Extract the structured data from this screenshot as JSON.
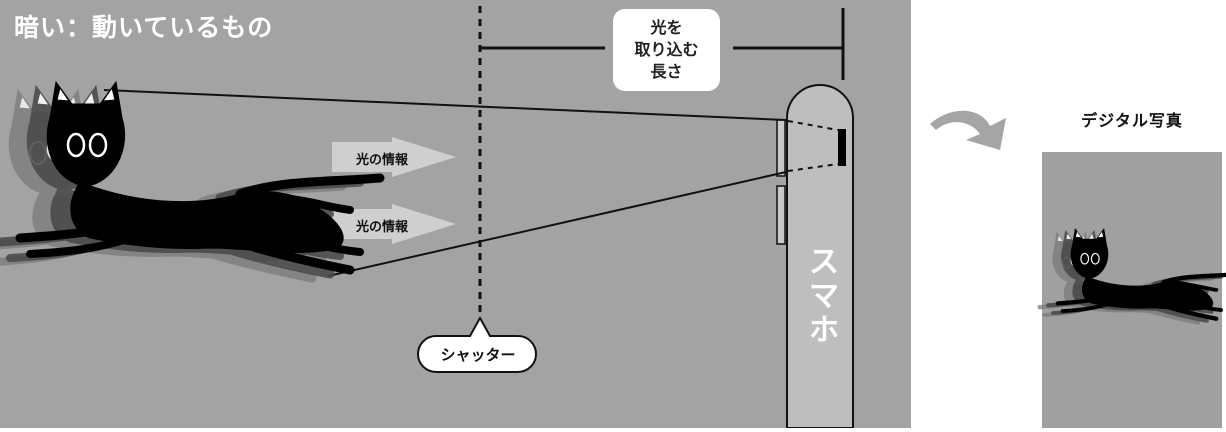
{
  "title": "暗い：動いているもの",
  "exposure_label": "光を\n取り込む\n長さ",
  "light_info": [
    "光の情報",
    "光の情報"
  ],
  "phone_label": "スマホ",
  "shutter_label": "シャッター",
  "photo_title": "デジタル写真",
  "colors": {
    "scene_background": "#a3a3a3",
    "page_background": "#ffffff",
    "cat": "#000000",
    "phone": "#bebebe",
    "photo_background": "#a0a0a0"
  },
  "icons": [
    "cat-icon",
    "curved-arrow-icon",
    "info-arrow-icon"
  ]
}
